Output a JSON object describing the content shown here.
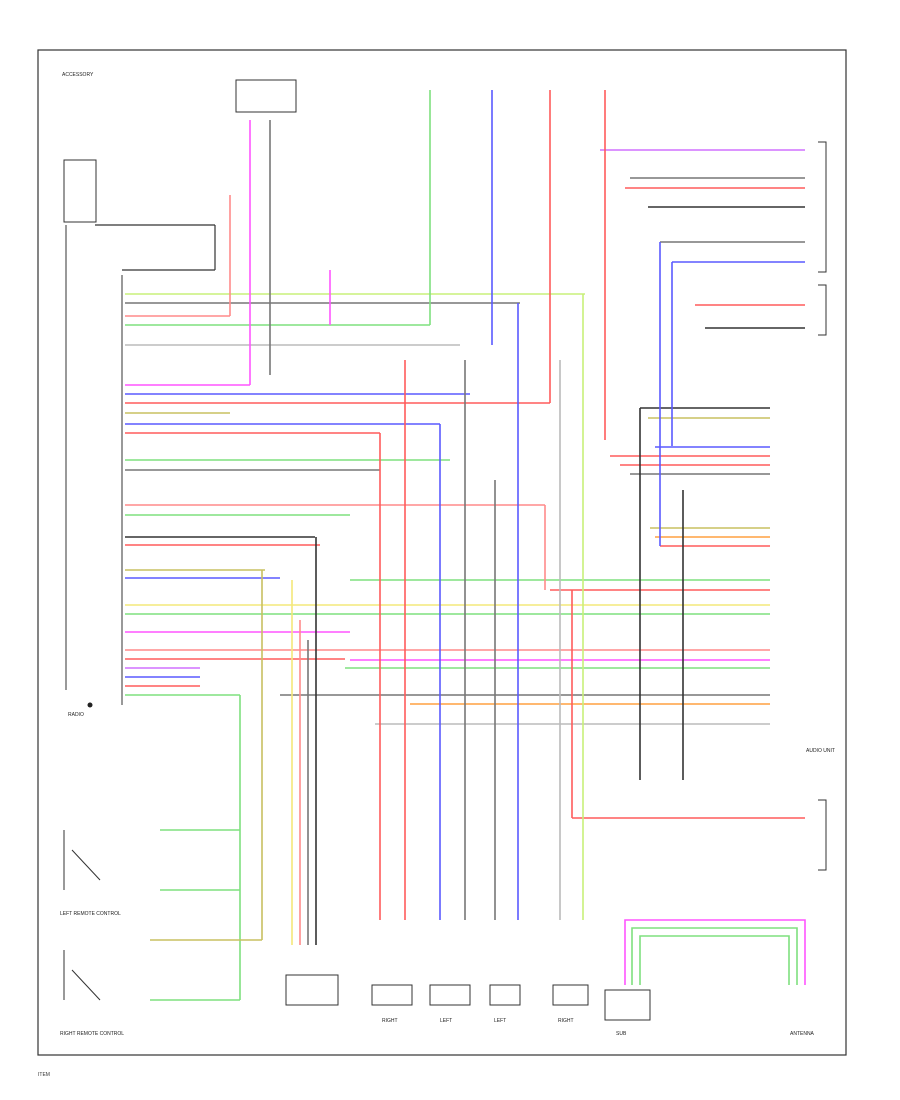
{
  "diagram": {
    "title": "Radio / Audio System Wiring Diagram",
    "page_tag": "RADIO",
    "labels": {
      "fuse_top": "ACCESSORY",
      "audio_unit": "RADIO",
      "front_tweeter_r": "RIGHT",
      "front_tweeter_l": "LEFT",
      "rear_speaker_l": "LEFT",
      "rear_speaker_r": "RIGHT",
      "sub_amp": "SUB",
      "antenna": "ANTENNA",
      "steering_switch_l": "LEFT REMOTE CONTROL",
      "steering_switch_r": "RIGHT REMOTE CONTROL",
      "right_block": "AUDIO UNIT",
      "footer": "ITEM"
    },
    "colors": {
      "green": "#7fe07f",
      "lime": "#c8f07a",
      "blue": "#5a5aff",
      "red": "#ff5b5b",
      "pink": "#ff8a8a",
      "magenta": "#ff55ff",
      "violet": "#d070ff",
      "yellow": "#f3e87a",
      "orange": "#ffa040",
      "gray": "#777777",
      "black": "#333333",
      "lightgray": "#bbbbbb"
    }
  }
}
